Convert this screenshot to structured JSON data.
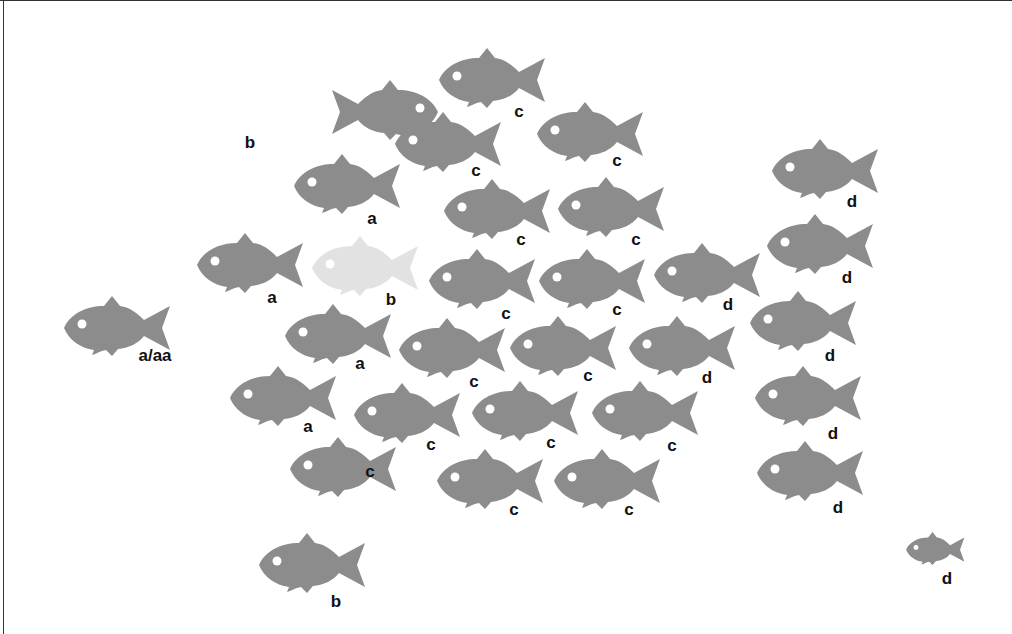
{
  "diagram": {
    "labels": [
      "c",
      "b",
      "c",
      "c",
      "d",
      "a",
      "c",
      "c",
      "d",
      "a",
      "b",
      "d",
      "c",
      "c",
      "d",
      "a/aa",
      "a",
      "c",
      "d",
      "c",
      "a",
      "d",
      "c",
      "c",
      "c",
      "c",
      "d",
      "c",
      "c",
      "d",
      "b"
    ]
  }
}
